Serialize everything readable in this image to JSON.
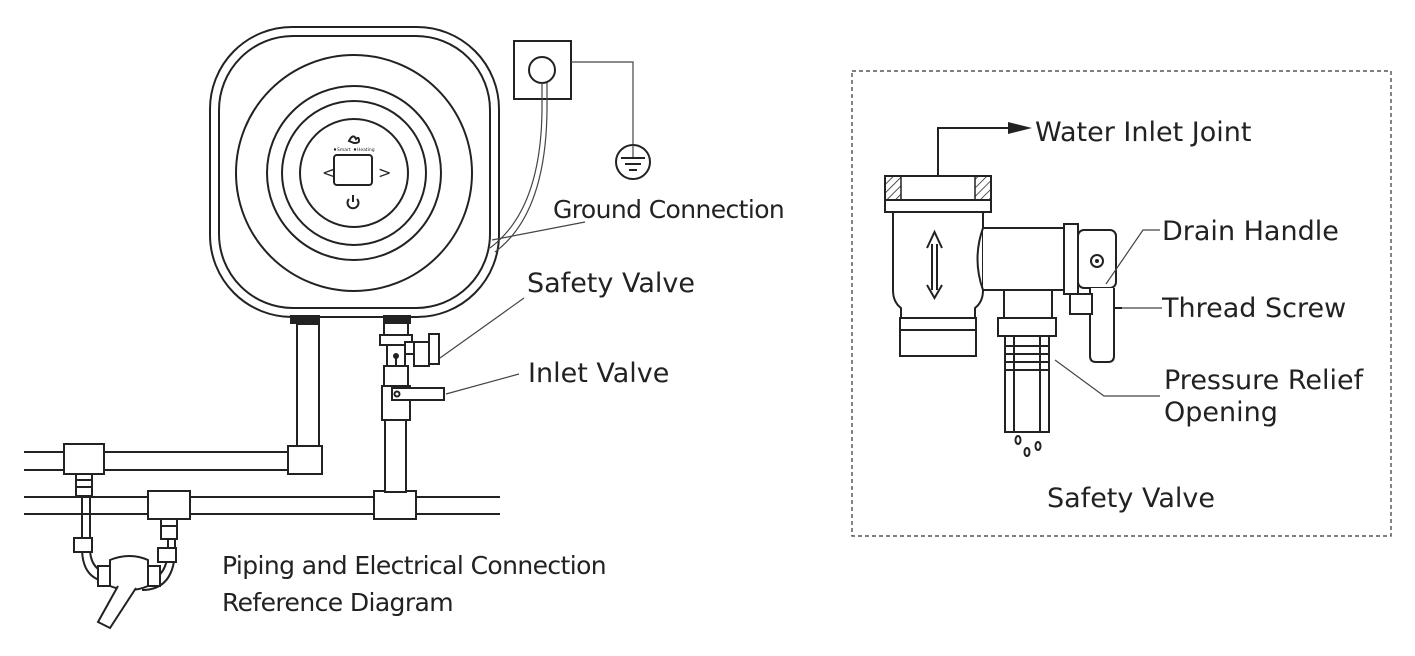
{
  "left_figure": {
    "labels": {
      "ground": "Ground Connection",
      "safety_valve": "Safety Valve",
      "inlet_valve": "Inlet Valve",
      "caption_line1": "Piping and Electrical Connection",
      "caption_line2": "Reference Diagram"
    },
    "panel": {
      "mode_smart": "Smart",
      "mode_heating": "Heating",
      "left_arrow": "<",
      "right_arrow": ">"
    }
  },
  "right_figure": {
    "labels": {
      "water_inlet": "Water Inlet Joint",
      "drain_handle": "Drain Handle",
      "thread_screw": "Thread Screw",
      "pressure_relief_line1": "Pressure Relief",
      "pressure_relief_line2": "Opening",
      "caption": "Safety Valve"
    }
  },
  "icons": [
    "power-icon",
    "flame-icon",
    "ground-symbol-icon",
    "flow-arrow-icon"
  ]
}
